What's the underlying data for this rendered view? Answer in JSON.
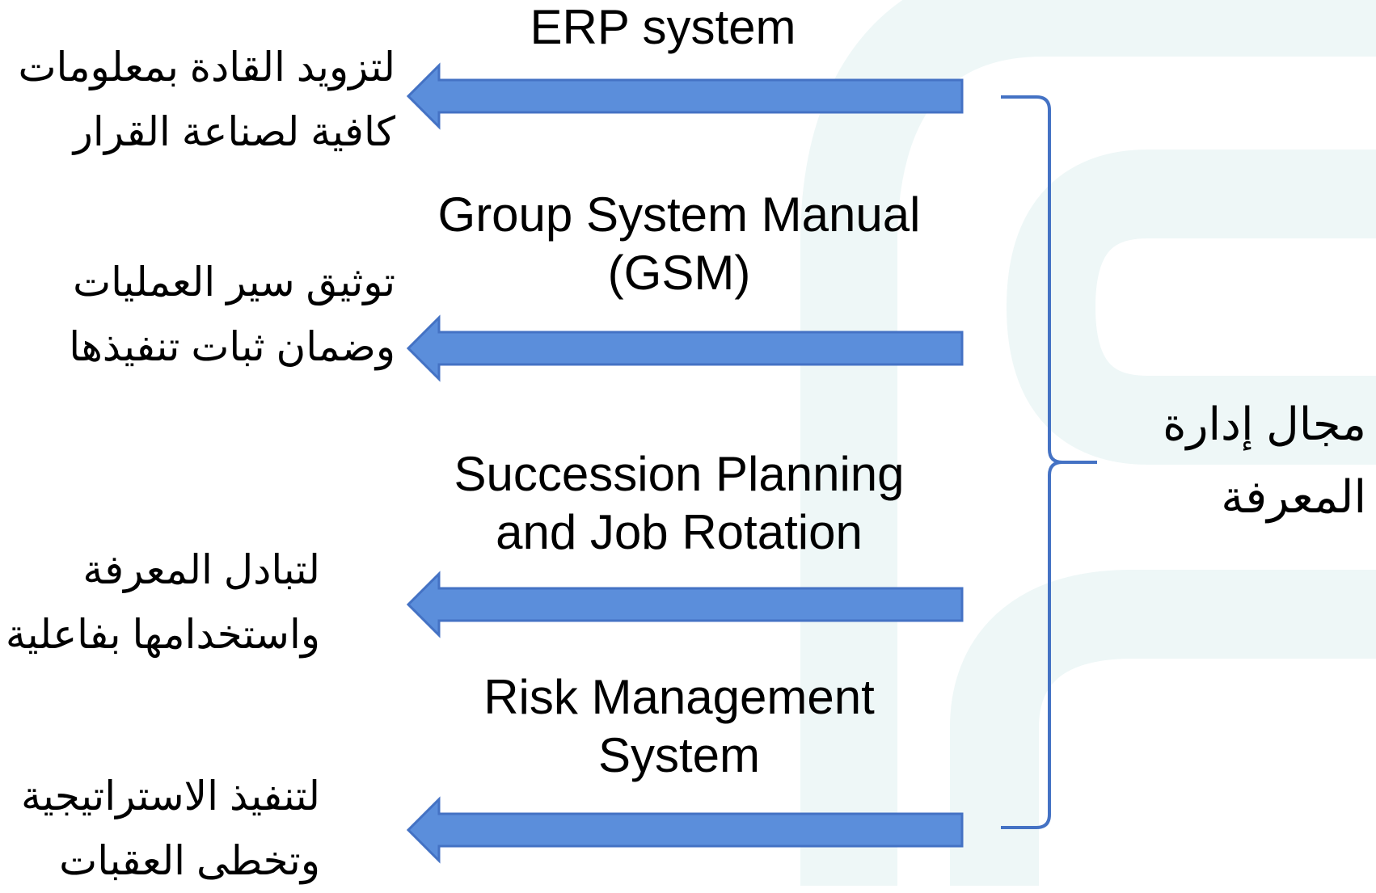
{
  "colors": {
    "arrow_fill": "#5b8edb",
    "arrow_stroke": "#4472c4",
    "brace": "#4472c4",
    "watermark": "#eef7f7"
  },
  "domain_label": {
    "line1": "مجال إدارة",
    "line2": "المعرفة"
  },
  "systems": [
    {
      "name": "ERP system",
      "purpose_line1": "لتزويد القادة بمعلومات",
      "purpose_line2": "كافية لصناعة القرار"
    },
    {
      "name": "Group System Manual\n(GSM)",
      "purpose_line1": "توثيق سير العمليات",
      "purpose_line2": "وضمان ثبات تنفيذها"
    },
    {
      "name": "Succession Planning\nand Job Rotation",
      "purpose_line1": "لتبادل المعرفة",
      "purpose_line2": "واستخدامها بفاعلية"
    },
    {
      "name": "Risk Management\nSystem",
      "purpose_line1": "لتنفيذ الاستراتيجية",
      "purpose_line2": "وتخطى العقبات"
    }
  ]
}
